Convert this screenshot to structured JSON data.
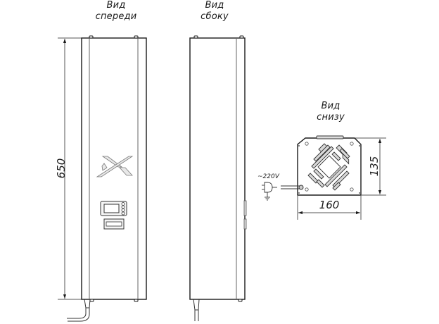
{
  "views": {
    "front": {
      "title_line1": "Вид",
      "title_line2": "спереди"
    },
    "side": {
      "title_line1": "Вид",
      "title_line2": "сбоку"
    },
    "bottom": {
      "title_line1": "Вид",
      "title_line2": "снизу"
    }
  },
  "dimensions": {
    "height": "650",
    "depth": "135",
    "width": "160"
  },
  "power": {
    "voltage_label": "~220V"
  },
  "colors": {
    "line": "#1a1a1a",
    "thin_line": "#555555",
    "fill_grey": "#d9d9d9"
  }
}
